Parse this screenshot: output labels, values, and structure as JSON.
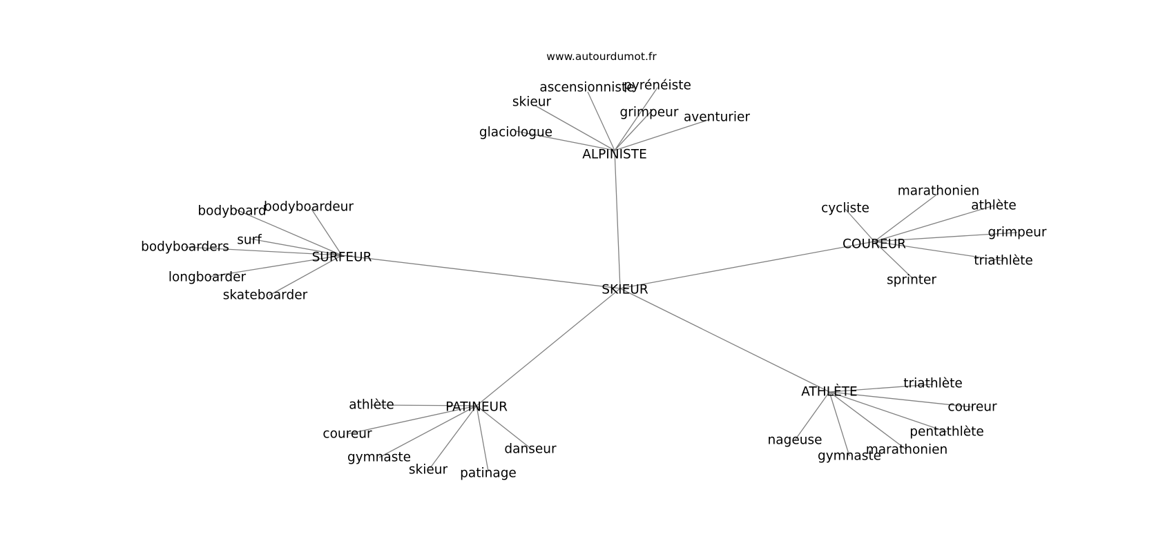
{
  "source": "www.autourdumot.fr",
  "center": "SKIEUR",
  "clusters": [
    {
      "label": "ALPINISTE",
      "leaves": [
        "ascensionniste",
        "pyrénéiste",
        "skieur",
        "grimpeur",
        "aventurier",
        "glaciologue"
      ]
    },
    {
      "label": "COUREUR",
      "leaves": [
        "marathonien",
        "cycliste",
        "athlète",
        "grimpeur",
        "triathlète",
        "sprinter"
      ]
    },
    {
      "label": "SURFEUR",
      "leaves": [
        "bodyboard",
        "bodyboardeur",
        "bodyboarders",
        "surf",
        "longboarder",
        "skateboarder"
      ]
    },
    {
      "label": "PATINEUR",
      "leaves": [
        "athlète",
        "coureur",
        "gymnaste",
        "skieur",
        "patinage",
        "danseur"
      ]
    },
    {
      "label": "ATHLÈTE",
      "leaves": [
        "triathlète",
        "coureur",
        "pentathlète",
        "nageuse",
        "gymnaste",
        "marathonien"
      ]
    }
  ]
}
